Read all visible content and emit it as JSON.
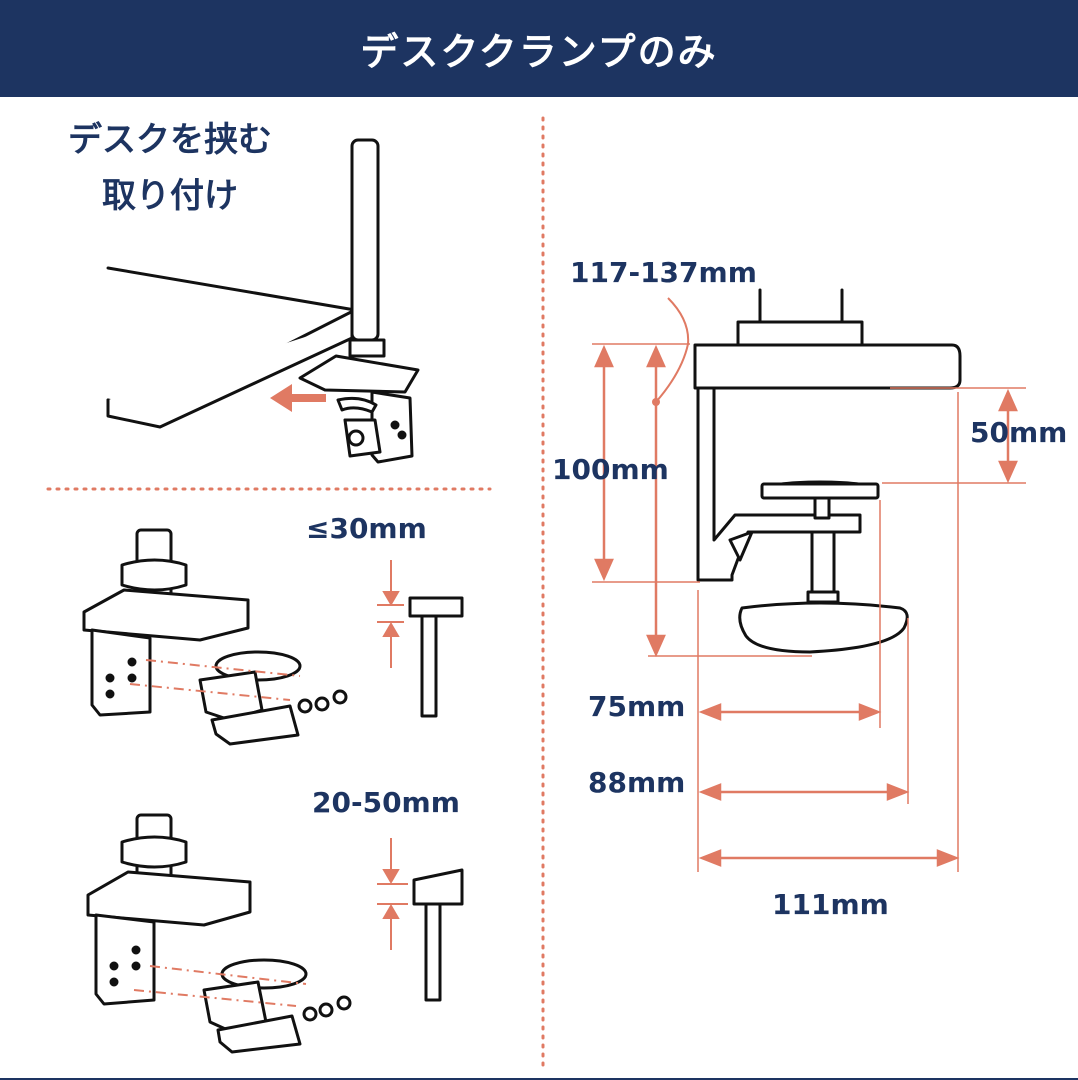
{
  "header": {
    "title": "デスククランプのみ"
  },
  "mount_section": {
    "caption_line1": "デスクを挟む",
    "caption_line2": "取り付け"
  },
  "thin_desk": {
    "label": "≤30mm"
  },
  "thick_desk": {
    "label": "20-50mm"
  },
  "dimensions": {
    "clamp_range": "117-137mm",
    "height_100": "100mm",
    "depth_50": "50mm",
    "width_75": "75mm",
    "width_88": "88mm",
    "width_111": "111mm"
  },
  "colors": {
    "navy": "#1d3461",
    "accent": "#e07a63",
    "line": "#111111"
  }
}
